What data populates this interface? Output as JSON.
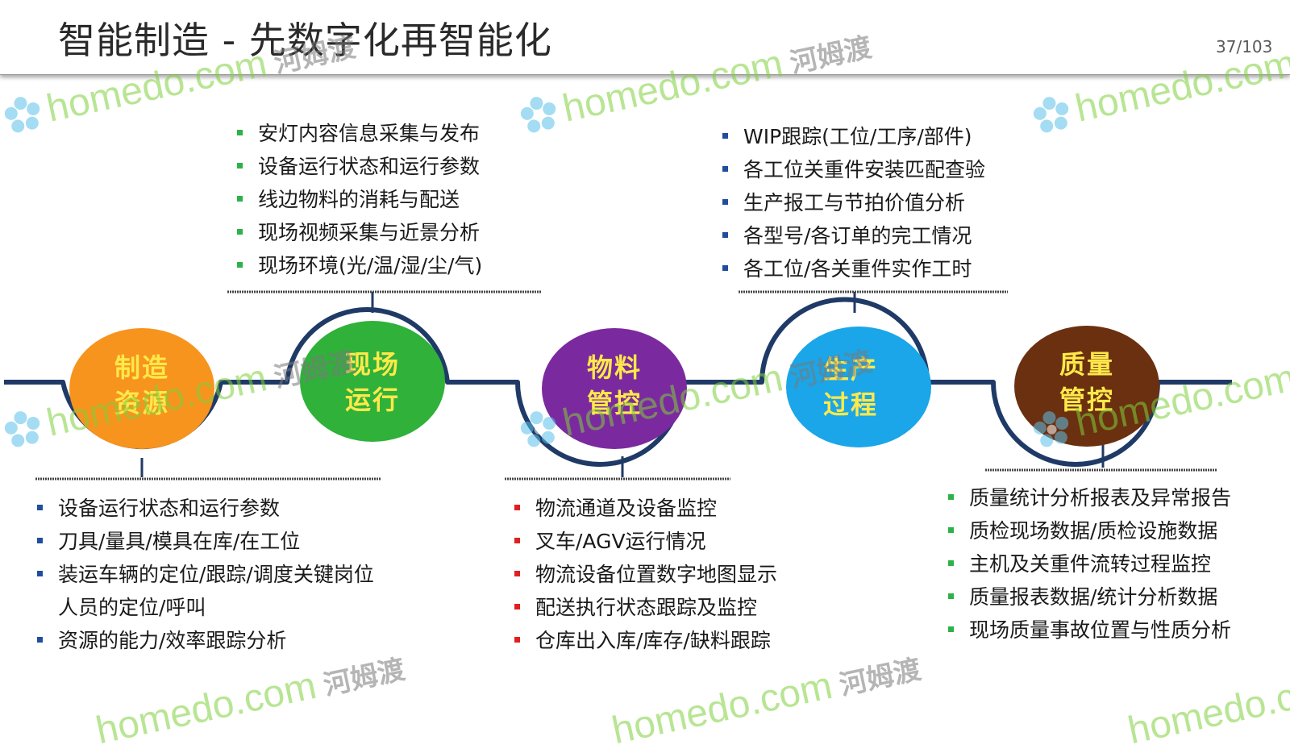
{
  "header": {
    "title": "智能制造 - 先数字化再智能化",
    "page_number": "37/103"
  },
  "colors": {
    "line": "#1f3a66",
    "resource": "#f7941d",
    "site": "#2fb13a",
    "material": "#7a2a9e",
    "process": "#1aa6e8",
    "quality": "#6b3010",
    "bullet_green": "#2db24a",
    "bullet_blue": "#1f4e9c",
    "bullet_red": "#e02020"
  },
  "stages": [
    {
      "line1": "制造",
      "line2": "资源"
    },
    {
      "line1": "现场",
      "line2": "运行"
    },
    {
      "line1": "物料",
      "line2": "管控"
    },
    {
      "line1": "生产",
      "line2": "过程"
    },
    {
      "line1": "质量",
      "line2": "管控"
    }
  ],
  "lists": {
    "site_top": [
      "安灯内容信息采集与发布",
      "设备运行状态和运行参数",
      "线边物料的消耗与配送",
      "现场视频采集与近景分析",
      "现场环境(光/温/湿/尘/气)"
    ],
    "process_top": [
      "WIP跟踪(工位/工序/部件)",
      "各工位关重件安装匹配查验",
      "生产报工与节拍价值分析",
      "各型号/各订单的完工情况",
      "各工位/各关重件实作工时"
    ],
    "resource_bottom": [
      {
        "text": "设备运行状态和运行参数"
      },
      {
        "text": "刀具/量具/模具在库/在工位"
      },
      {
        "text": "装运车辆的定位/跟踪/调度关键岗位",
        "cont": "人员的定位/呼叫"
      },
      {
        "text": "资源的能力/效率跟踪分析"
      }
    ],
    "material_bottom": [
      "物流通道及设备监控",
      "叉车/AGV运行情况",
      "物流设备位置数字地图显示",
      "配送执行状态跟踪及监控",
      "仓库出入库/库存/缺料跟踪"
    ],
    "quality_bottom": [
      "质量统计分析报表及异常报告",
      "质检现场数据/质检设施数据",
      "主机及关重件流转过程监控",
      "质量报表数据/统计分析数据",
      "现场质量事故位置与性质分析"
    ]
  },
  "watermark": {
    "brand": "homedo.com",
    "brand_cn": "河姆渡"
  }
}
